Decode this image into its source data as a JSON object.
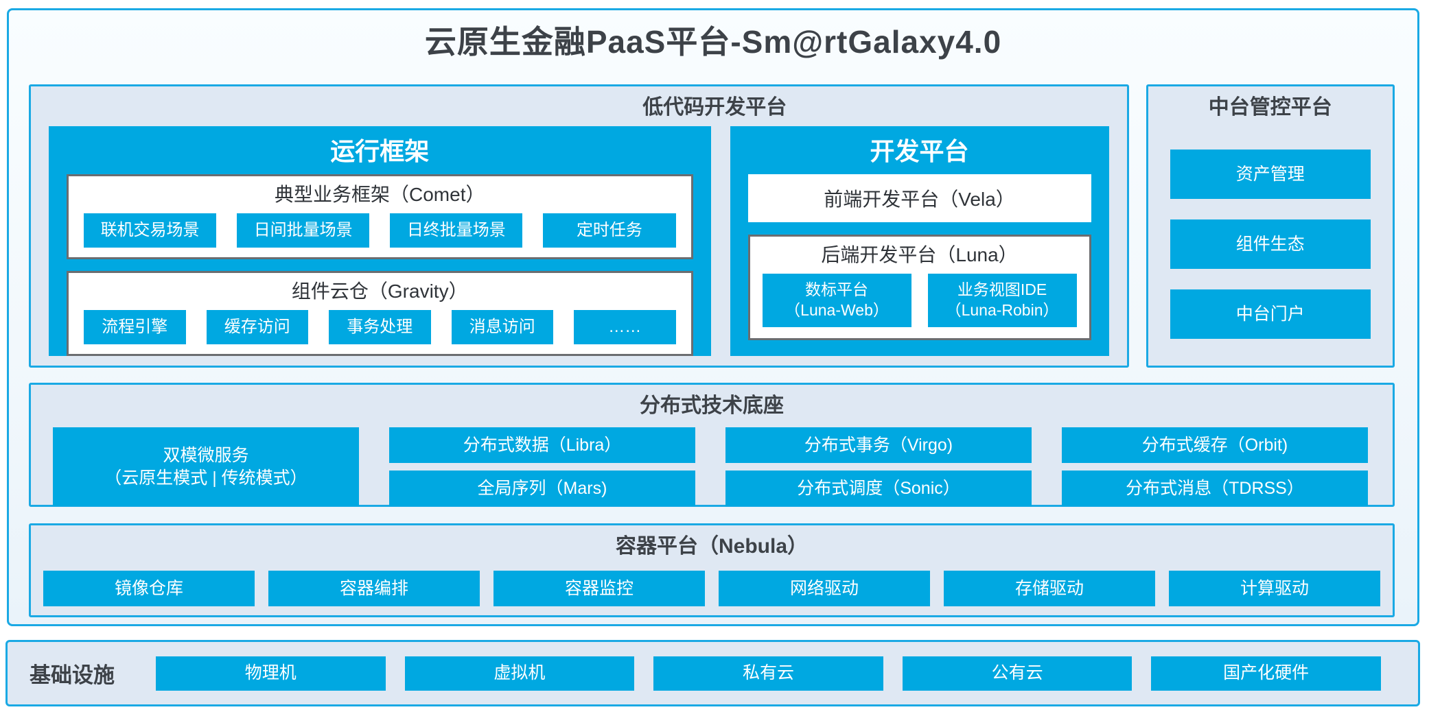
{
  "title": "云原生金融PaaS平台-Sm@rtGalaxy4.0",
  "colors": {
    "cyan": "#00a8e1",
    "cyan_border": "#1aa9e4",
    "panel_bg": "#dfe8f3",
    "gray_box_border": "#6b6d70",
    "dark_text": "#3d4248"
  },
  "low_code": {
    "title": "低代码开发平台",
    "runtime": {
      "title": "运行框架",
      "comet": {
        "title": "典型业务框架（Comet）",
        "items": [
          "联机交易场景",
          "日间批量场景",
          "日终批量场景",
          "定时任务"
        ]
      },
      "gravity": {
        "title": "组件云仓（Gravity）",
        "items": [
          "流程引擎",
          "缓存访问",
          "事务处理",
          "消息访问",
          "……"
        ]
      }
    },
    "dev": {
      "title": "开发平台",
      "vela": "前端开发平台（Vela）",
      "luna": {
        "title": "后端开发平台（Luna）",
        "items": [
          {
            "name": "数标平台",
            "sub": "（Luna-Web）"
          },
          {
            "name": "业务视图IDE",
            "sub": "（Luna-Robin）"
          }
        ]
      }
    }
  },
  "mid_platform": {
    "title": "中台管控平台",
    "items": [
      "资产管理",
      "组件生态",
      "中台门户"
    ]
  },
  "distributed": {
    "title": "分布式技术底座",
    "dual_mode": {
      "name": "双模微服务",
      "sub": "（云原生模式 | 传统模式）"
    },
    "cols": [
      [
        "分布式数据（Libra）",
        "全局序列（Mars)"
      ],
      [
        "分布式事务（Virgo)",
        "分布式调度（Sonic）"
      ],
      [
        "分布式缓存（Orbit)",
        "分布式消息（TDRSS）"
      ]
    ]
  },
  "container_platform": {
    "title": "容器平台（Nebula）",
    "items": [
      "镜像仓库",
      "容器编排",
      "容器监控",
      "网络驱动",
      "存储驱动",
      "计算驱动"
    ]
  },
  "infrastructure": {
    "title": "基础设施",
    "items": [
      "物理机",
      "虚拟机",
      "私有云",
      "公有云",
      "国产化硬件"
    ]
  }
}
